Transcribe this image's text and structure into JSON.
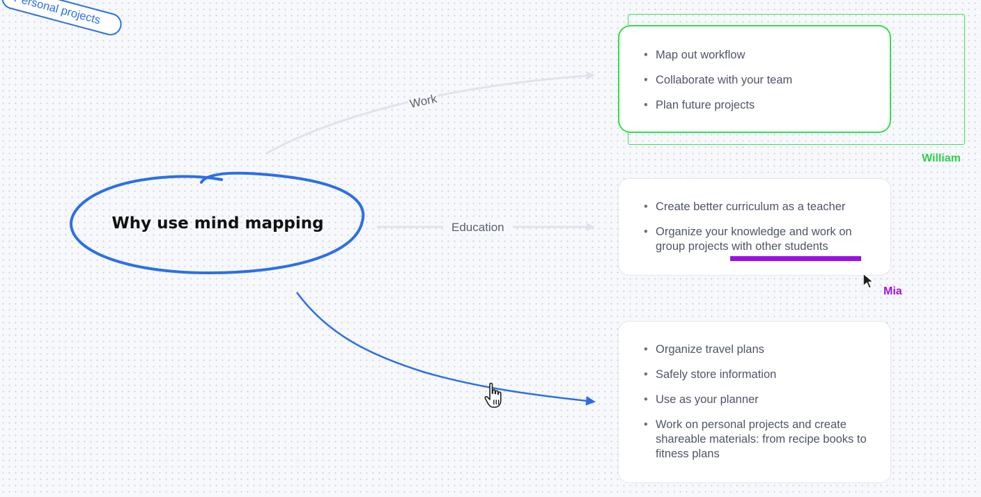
{
  "central_topic": {
    "title": "Why use mind mapping"
  },
  "branches": [
    {
      "label": "Work",
      "items": [
        "Map out workflow",
        "Collaborate with your team",
        "Plan future projects"
      ]
    },
    {
      "label": "Education",
      "items": [
        "Create better curriculum as a teacher",
        "Organize your knowledge and work on group projects with other students"
      ]
    },
    {
      "label": "Personal projects",
      "items": [
        "Organize travel plans",
        "Safely store information",
        "Use as your planner",
        "Work on personal projects and create shareable materials: from recipe books to fitness plans"
      ]
    }
  ],
  "bullet_glyph": "•",
  "collaborators": {
    "william": {
      "name": "William",
      "color": "#2ed04e"
    },
    "mia": {
      "name": "Mia",
      "color": "#a010e8"
    }
  },
  "colors": {
    "accent": "#2b6fe8",
    "connector_muted": "#dfe3ec",
    "background": "#f7f8fb"
  },
  "icons": {
    "hand_cursor": "hand-pointer-cursor-icon",
    "arrow_cursor": "arrow-pointer-cursor-icon"
  }
}
